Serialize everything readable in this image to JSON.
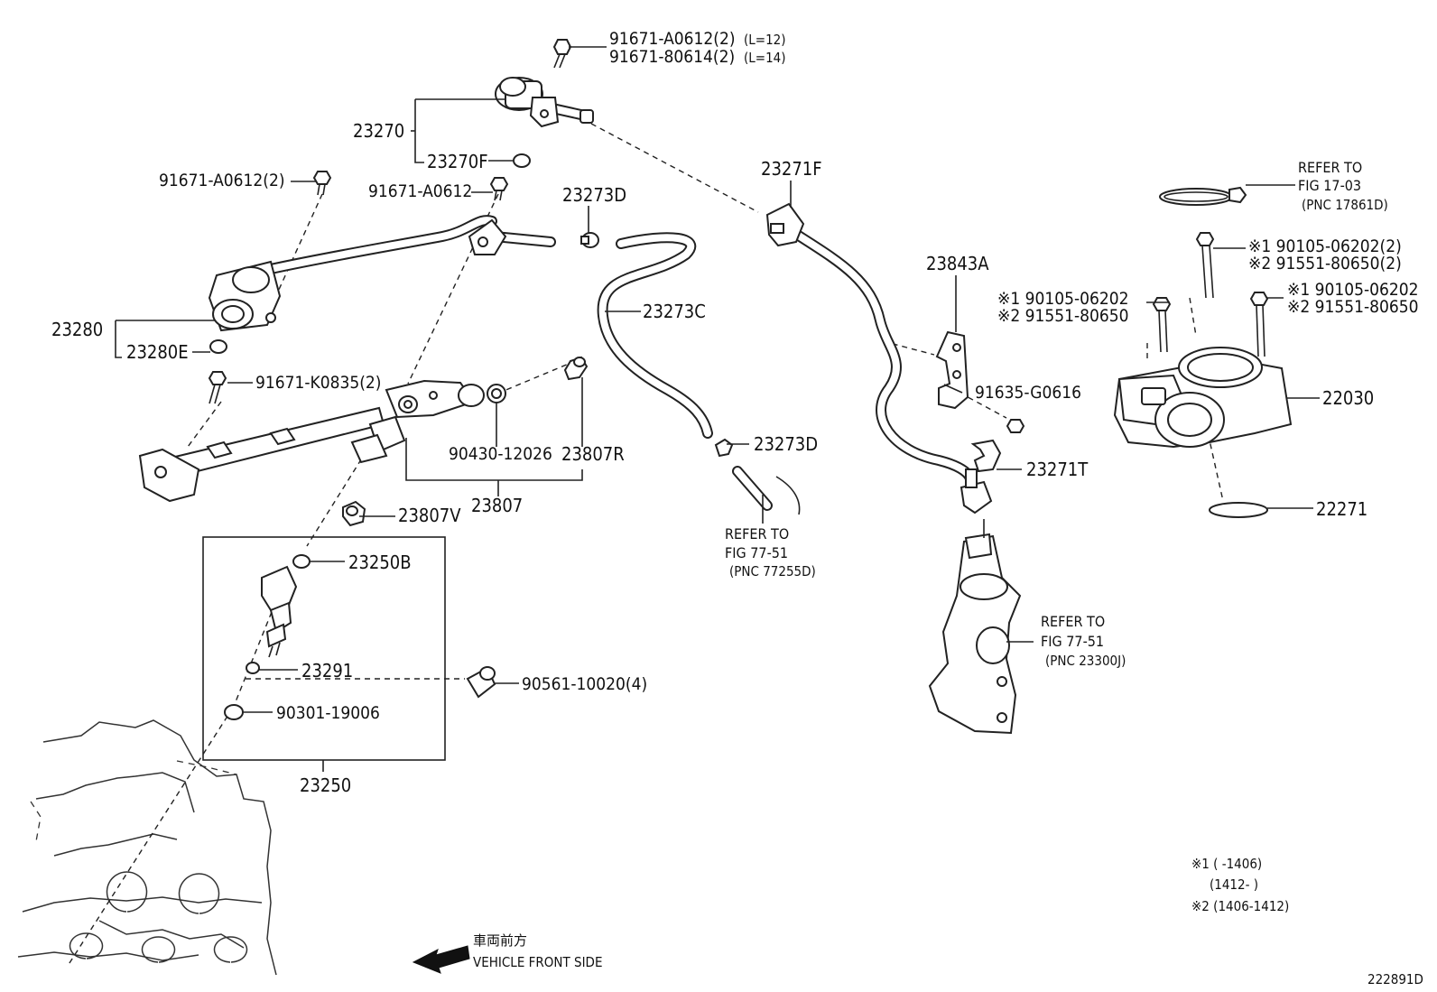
{
  "labels": {
    "p23270": "23270",
    "p23270F": "23270F",
    "bolt_top_1": "91671-A0612(2)",
    "bolt_top_1_len": "(L=12)",
    "bolt_top_2": "91671-80614(2)",
    "bolt_top_2_len": "(L=14)",
    "bolt_left": "91671-A0612(2)",
    "bolt_mid": "91671-A0612",
    "p23273D_top": "23273D",
    "p23271F": "23271F",
    "p23280": "23280",
    "p23280E": "23280E",
    "p23273C": "23273C",
    "bolt_rail": "91671-K0835(2)",
    "washer": "90430-12026",
    "p23807R": "23807R",
    "p23807": "23807",
    "p23807V": "23807V",
    "p23273D_bottom": "23273D",
    "p23843A": "23843A",
    "p91635": "91635-G0616",
    "p23271T": "23271T",
    "p23250B": "23250B",
    "p23291": "23291",
    "p90561": "90561-10020(4)",
    "p90301": "90301-19006",
    "p23250": "23250",
    "p22030": "22030",
    "p22271": "22271",
    "tb1_line1": "※1 90105-06202(2)",
    "tb1_line2": "※2 91551-80650(2)",
    "tb2_line1": "※1 90105-06202",
    "tb2_line2": "※2 91551-80650",
    "tb3_line1": "※1 90105-06202",
    "tb3_line2": "※2 91551-80650"
  },
  "references": {
    "fig1703": {
      "l1": "REFER TO",
      "l2": "FIG 17-03",
      "l3": "(PNC 17861D)"
    },
    "fig7751_hose": {
      "l1": "REFER TO",
      "l2": "FIG 77-51",
      "l3": "(PNC 77255D)"
    },
    "fig7751_canister": {
      "l1": "REFER TO",
      "l2": "FIG 77-51",
      "l3": "(PNC 23300J)"
    }
  },
  "footnotes": {
    "line1": "※1 (      -1406)",
    "line2": "(1412-      )",
    "line3": "※2 (1406-1412)"
  },
  "direction": {
    "jp": "車両前方",
    "en": "VEHICLE FRONT SIDE"
  },
  "diagram_id": "222891D"
}
